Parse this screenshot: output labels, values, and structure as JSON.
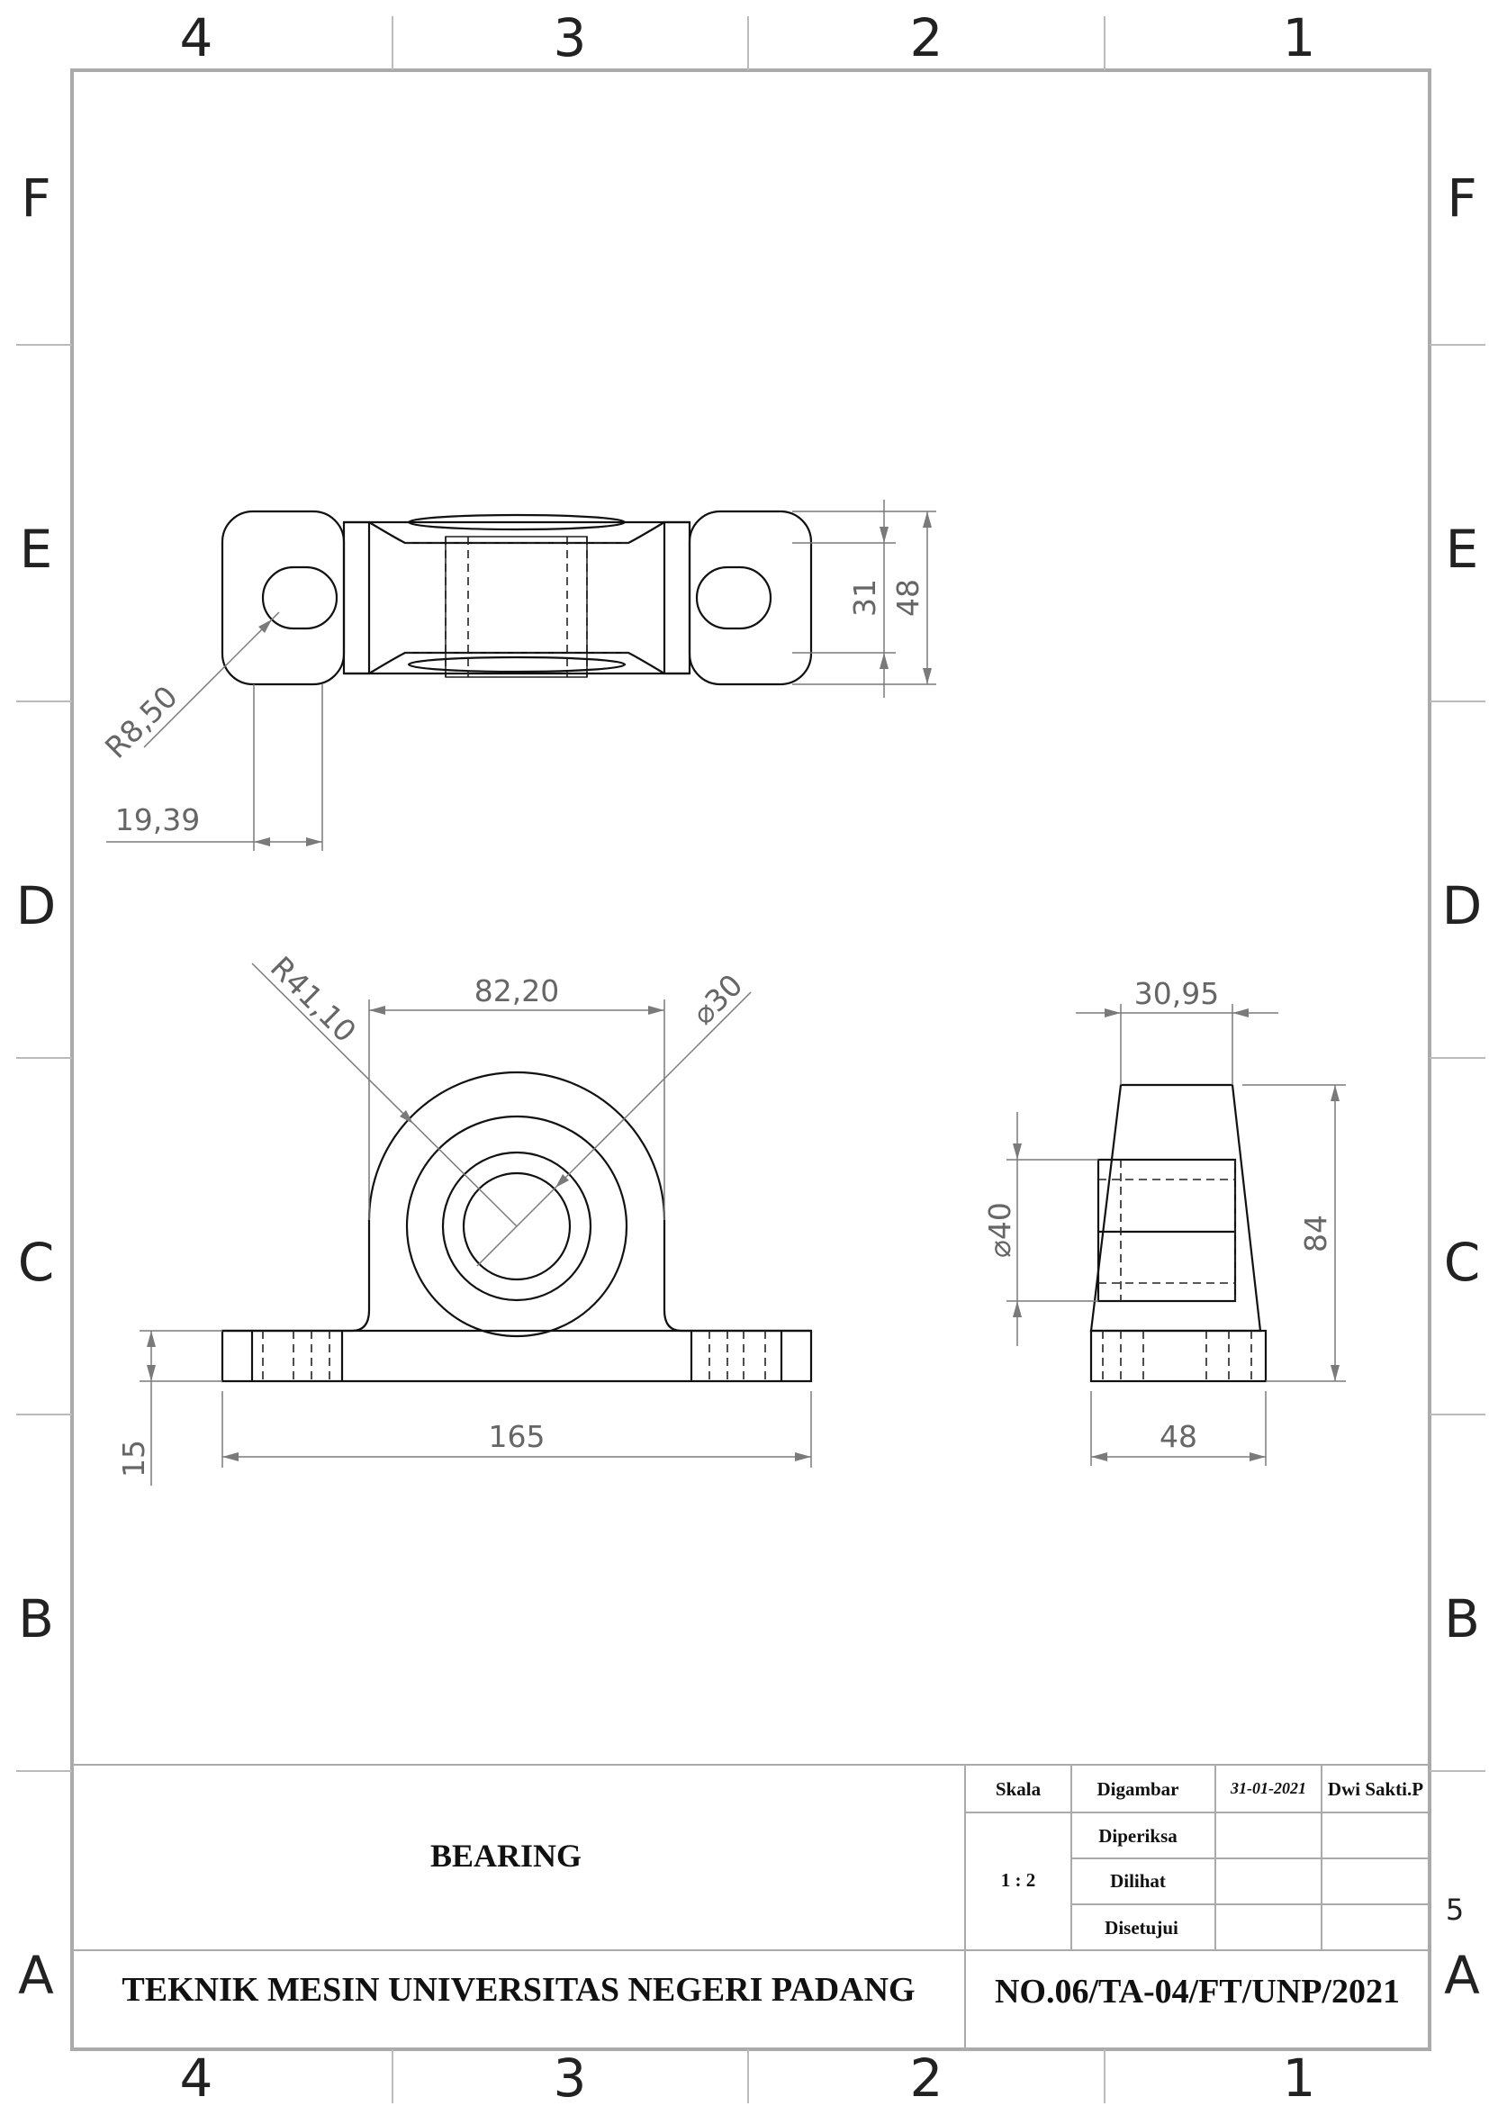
{
  "zones": {
    "columns_top": [
      "4",
      "3",
      "2",
      "1"
    ],
    "columns_bottom": [
      "4",
      "3",
      "2",
      "1"
    ],
    "rows_left": [
      "F",
      "E",
      "D",
      "C",
      "B",
      "A"
    ],
    "rows_right": [
      "F",
      "E",
      "D",
      "C",
      "B",
      "A"
    ]
  },
  "dimensions": {
    "top_view": {
      "slot_radius": "R8,50",
      "offset": "19,39",
      "inner_width": "31",
      "outer_width": "48"
    },
    "front_view": {
      "arc_radius": "R41,10",
      "hub_width": "82,20",
      "bore_diameter": "30",
      "base_height": "15",
      "overall_length": "165"
    },
    "side_view": {
      "top_width": "30,95",
      "bushing_diameter": "40",
      "height": "84",
      "base_width": "48"
    }
  },
  "title_block": {
    "part_name": "BEARING",
    "scale_label": "Skala",
    "scale_value": "1 : 2",
    "drawn_label": "Digambar",
    "drawn_date": "31-01-2021",
    "drawn_by": "Dwi Sakti.P",
    "checked_label": "Diperiksa",
    "seen_label": "Dilihat",
    "approved_label": "Disetujui",
    "institution": "TEKNIK MESIN UNIVERSITAS NEGERI PADANG",
    "drawing_number": "NO.06/TA-04/FT/UNP/2021",
    "sheet_number": "5"
  }
}
